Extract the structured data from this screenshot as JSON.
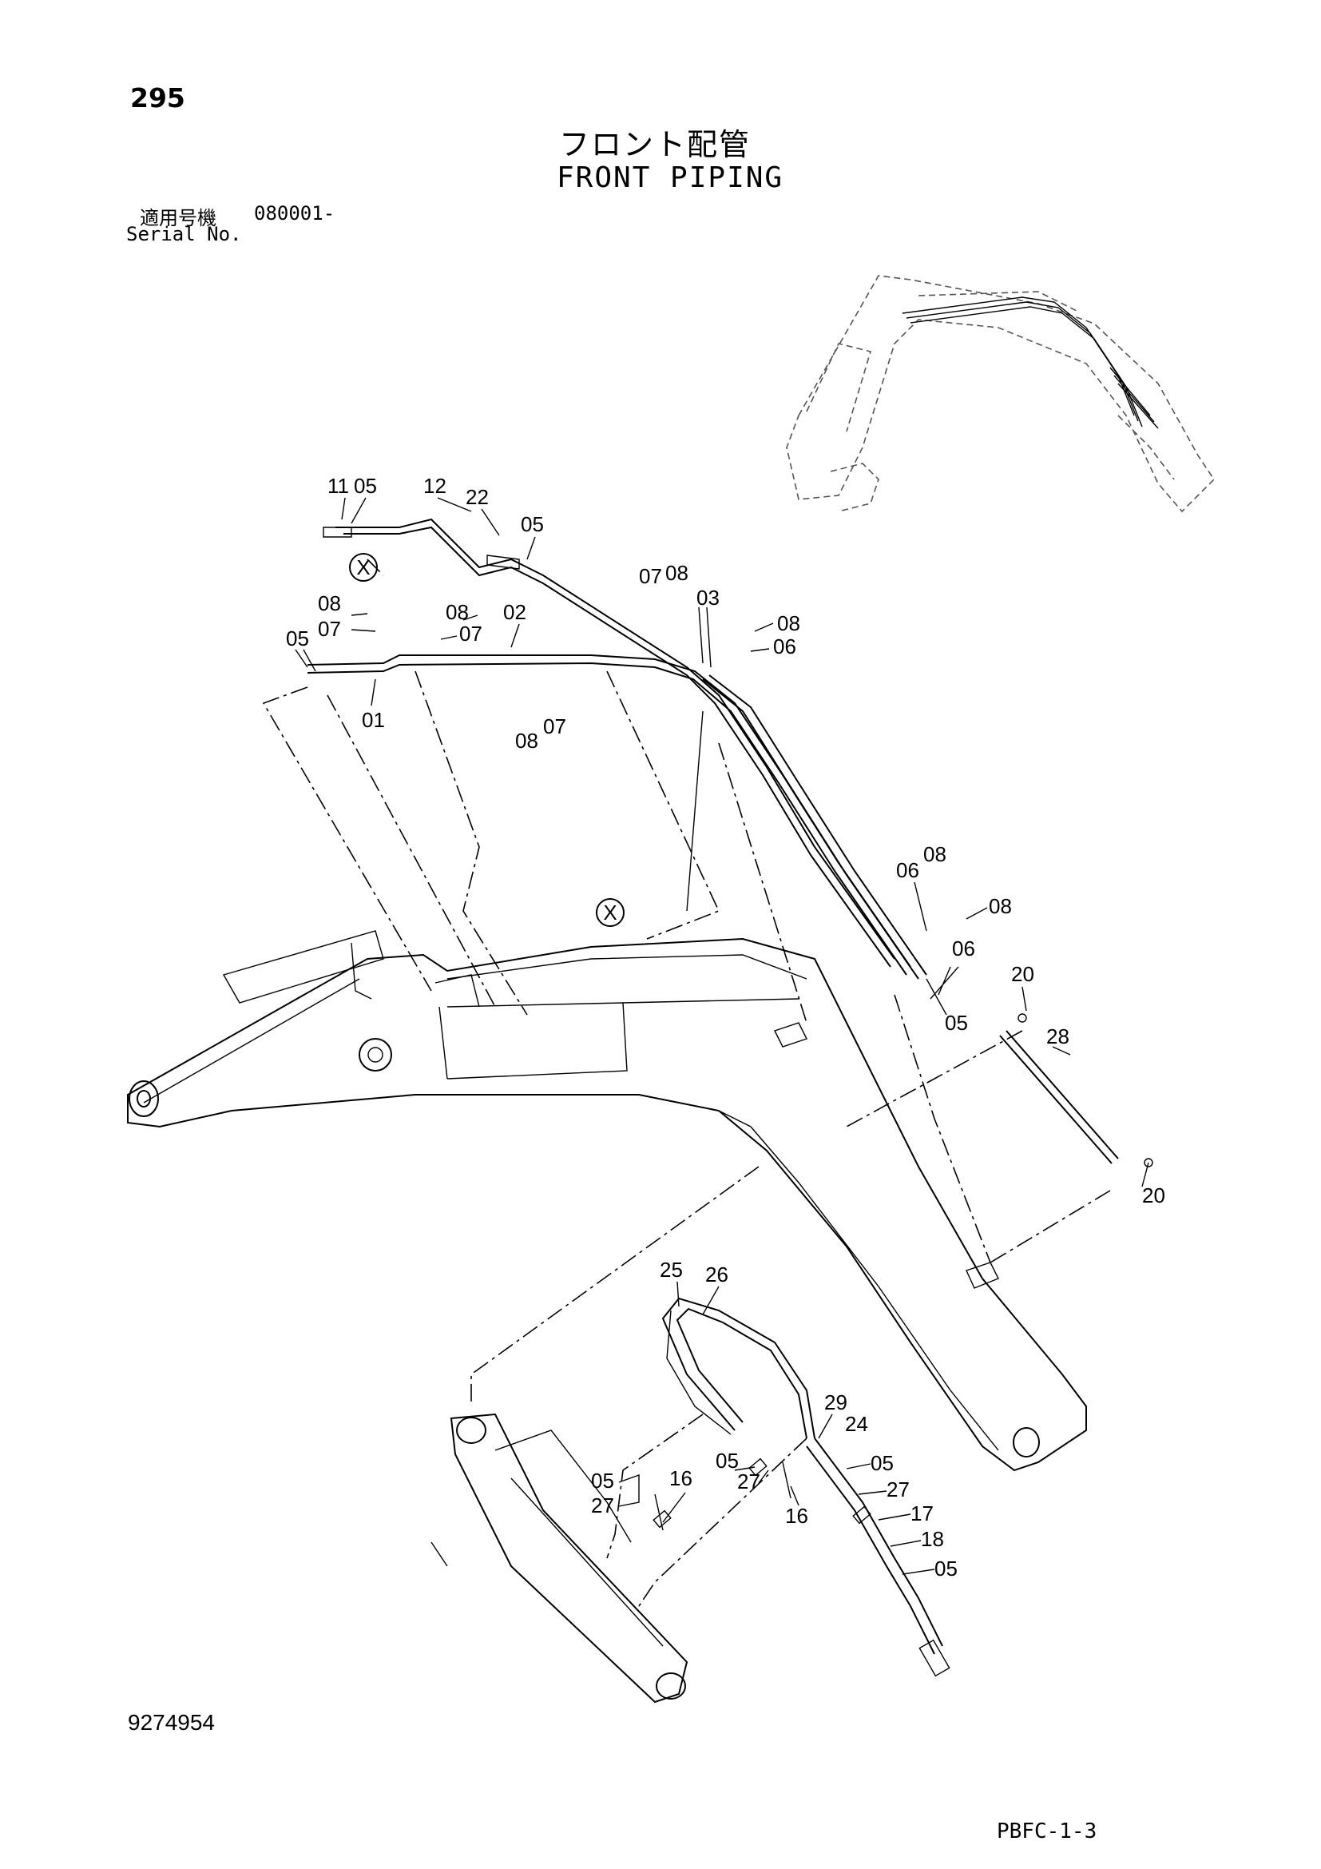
{
  "page": {
    "page_number": "295",
    "title_jp": "フロント配管",
    "title_en": "FRONT PIPING",
    "serial_label_jp": "適用号機",
    "serial_value": "080001-",
    "serial_label_en": "Serial No.",
    "drawing_number": "9274954",
    "page_code": "PBFC-1-3"
  },
  "view_marker": "X",
  "callouts": [
    "11",
    "05",
    "12",
    "22",
    "05",
    "08",
    "07",
    "08",
    "07",
    "02",
    "05",
    "01",
    "07",
    "08",
    "03",
    "08",
    "06",
    "08",
    "07",
    "06",
    "08",
    "08",
    "06",
    "05",
    "20",
    "28",
    "20",
    "25",
    "26",
    "29",
    "24",
    "05",
    "27",
    "17",
    "18",
    "05",
    "05",
    "27",
    "16",
    "05",
    "27",
    "16"
  ]
}
